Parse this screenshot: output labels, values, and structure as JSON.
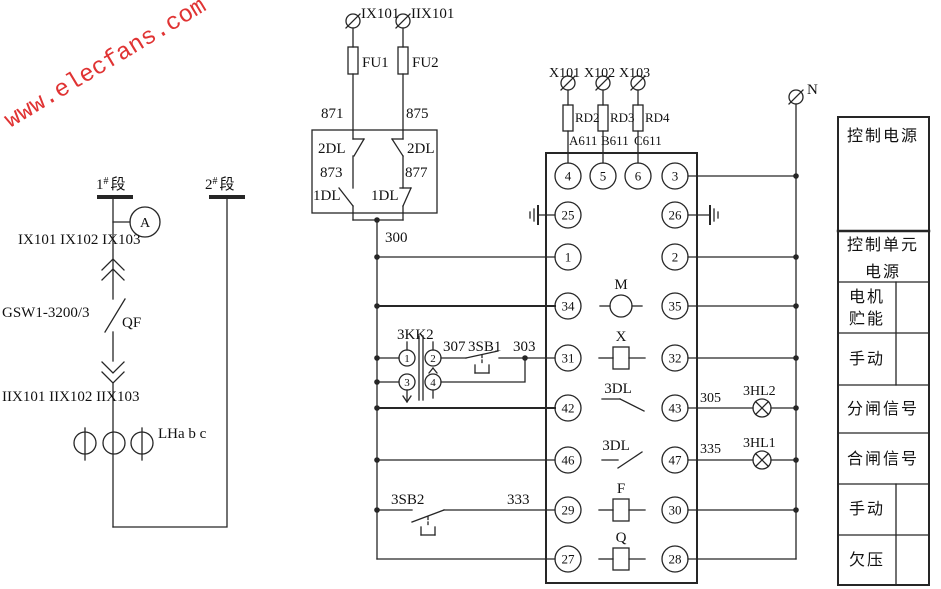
{
  "watermark": "www.elecfans.com",
  "colors": {
    "line": "#262626",
    "text": "#111111",
    "watermark": "#e03333"
  },
  "left_diagram": {
    "bus1": {
      "num": "1",
      "sup": "#",
      "word": "段"
    },
    "bus2": {
      "num": "2",
      "sup": "#",
      "word": "段"
    },
    "ammeter": "A",
    "upper_ct_labels": "IX101 IX102 IX103",
    "breaker_model": "GSW1-3200/3",
    "breaker": "QF",
    "lower_ct_labels": "IIX101 IIX102 IIX103",
    "ct_name": "LHa b c"
  },
  "fuse_section": {
    "left_terminal": "IX101",
    "right_terminal": "IIX101",
    "fuse_left": "FU1",
    "fuse_right": "FU2",
    "wire_left_top": "871",
    "wire_right_top": "875",
    "contact_left_top": "2DL",
    "contact_right_top": "2DL",
    "wire_left_mid": "873",
    "wire_right_mid": "877",
    "contact_left_bottom": "1DL",
    "contact_right_bottom": "1DL",
    "bus_wire": "300"
  },
  "control_circuit": {
    "switch_name": "3KK2",
    "switch_contacts": [
      "1",
      "2",
      "3",
      "4"
    ],
    "wire_307": "307",
    "close_button": "3SB1",
    "wire_303": "303",
    "trip_button": "3SB2",
    "wire_333": "333"
  },
  "terminal_block": {
    "phase_terminals": [
      "X101",
      "X102",
      "X103"
    ],
    "fuses": [
      "RD2",
      "RD3",
      "RD4"
    ],
    "phase_wires": [
      "A611",
      "B611",
      "C611"
    ],
    "top_terminals": [
      "4",
      "5",
      "6",
      "3"
    ],
    "rows": [
      {
        "left": "25",
        "right": "26"
      },
      {
        "left": "1",
        "right": "2"
      },
      {
        "left": "34",
        "right": "35",
        "symbol": "M"
      },
      {
        "left": "31",
        "right": "32",
        "symbol": "X"
      },
      {
        "left": "42",
        "right": "43",
        "symbol": "3DL"
      },
      {
        "left": "46",
        "right": "47",
        "symbol": "3DL"
      },
      {
        "left": "29",
        "right": "30",
        "symbol": "F"
      },
      {
        "left": "27",
        "right": "28",
        "symbol": "Q"
      }
    ]
  },
  "neutral_section": {
    "label": "N",
    "wire_305": "305",
    "lamp_3hl2": "3HL2",
    "wire_335": "335",
    "lamp_3hl1": "3HL1"
  },
  "legend": {
    "rows": [
      {
        "line1": "控制电源"
      },
      {
        "line1": "控制单元",
        "line2": "电源"
      },
      {
        "line1": "电机",
        "line2": "贮能"
      },
      {
        "line1": "手动"
      },
      {
        "line1": "分闸信号"
      },
      {
        "line1": "合闸信号"
      },
      {
        "line1": "手动"
      },
      {
        "line1": "欠压"
      }
    ]
  }
}
